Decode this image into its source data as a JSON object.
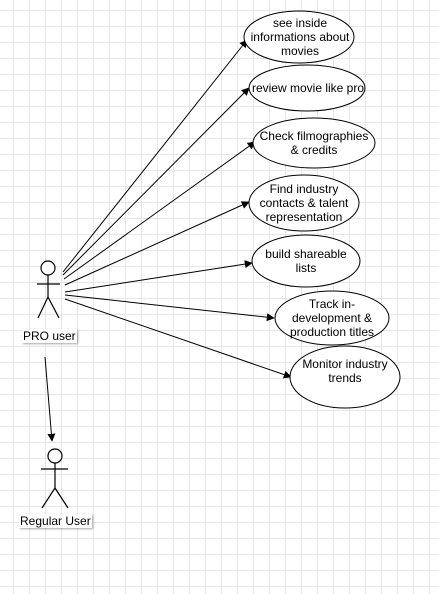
{
  "actors": {
    "pro_user": "PRO user",
    "regular_user": "Regular User"
  },
  "use_cases": [
    "see inside\ninformations about\nmovies",
    "review movie like pro",
    "Check filmographies\n& credits",
    "Find industry\ncontacts & talent\nrepresentation",
    "build shareable\nlists",
    "Track in-\ndevelopment &\nproduction titles",
    "Monitor industry\ntrends"
  ]
}
